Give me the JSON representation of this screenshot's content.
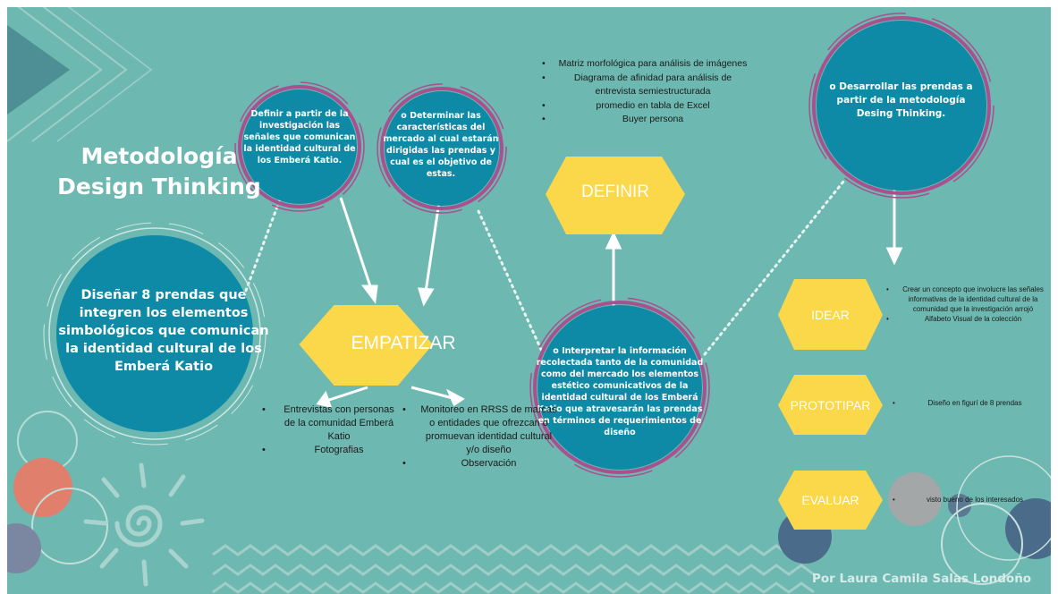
{
  "title": "Metodología Design Thinking",
  "main_circle": {
    "text": "Diseñar 8 prendas que integren los elementos simbológicos que comunican la identidad cultural de los Emberá Katio"
  },
  "circles": [
    {
      "text": "Definir a partir de la investigación las señales que comunican la identidad cultural de los Emberá Katio."
    },
    {
      "text": "o  Determinar las características del mercado al cual estarán dirigidas las prendas y cual es el objetivo de estas."
    },
    {
      "text": "o  Interpretar la información recolectada tanto de la comunidad como del mercado los elementos estético comunicativos de la identidad cultural de los Emberá Katio que atravesarán las prendas en términos de requerimientos de diseño"
    },
    {
      "text": "o  Desarrollar las prendas a partir de la metodología Desing Thinking."
    }
  ],
  "stages": {
    "empatizar": "EMPATIZAR",
    "definir": "DEFINIR",
    "idear": "IDEAR",
    "prototipar": "PROTOTIPAR",
    "evaluar": "EVALUAR"
  },
  "definir_list": [
    "Matriz morfológica para análisis de imágenes",
    "Diagrama de afinidad para análisis de entrevista semiestructurada",
    "promedio en tabla de Excel",
    "Buyer persona"
  ],
  "empatizar_list_left": [
    "Entrevistas con personas de la comunidad Emberá Katio",
    "Fotografias"
  ],
  "empatizar_list_right": [
    "Monitoreo en RRSS de marcas o entidades que ofrezcan o promuevan identidad cultural y/o diseño",
    "Observación"
  ],
  "idear_list": [
    "Crear un concepto que involucre las señales informativas de la identidad cultural de la comunidad que la investigación arrojó",
    "Alfabeto Visual de la colección"
  ],
  "prototipar_list": [
    "Diseño en figurí de 8 prendas"
  ],
  "evaluar_list": [
    "visto bueno de los interesados"
  ],
  "credit": "Por Laura Camila Salas Londoño",
  "colors": {
    "background": "#6db8b0",
    "circle": "#0f8aa6",
    "hexagon": "#fbd74a",
    "ring_purple": "#a9508f",
    "ring_light": "#cfe7e4"
  }
}
